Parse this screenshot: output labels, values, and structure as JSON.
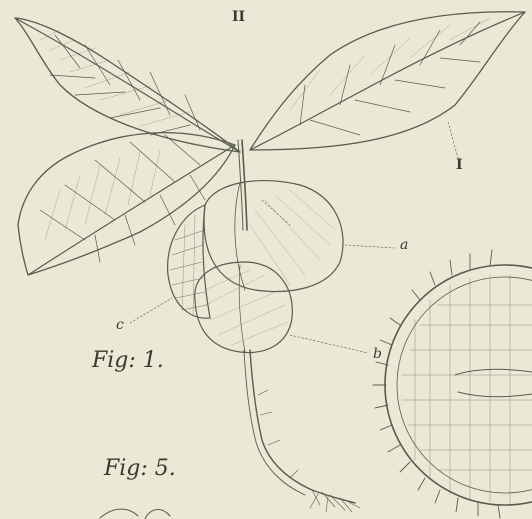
{
  "labels": {
    "leaf_ii": "II",
    "leaf_i": "I",
    "part_a": "a",
    "part_b": "b",
    "part_c": "c",
    "fig1": "Fig: 1.",
    "fig5": "Fig: 5."
  },
  "colors": {
    "paper": "#e9e9d6",
    "ink": "#5a5a50",
    "ink_dark": "#3a3a33"
  }
}
